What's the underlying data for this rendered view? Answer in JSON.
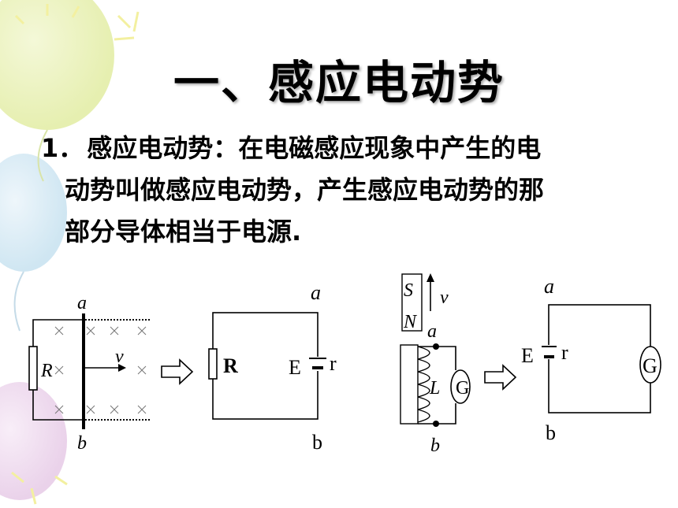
{
  "title": "一、感应电动势",
  "definition": {
    "number": "1．",
    "line1": "感应电动势：在电磁感应现象中产生的电",
    "line2": "动势叫做感应电动势，产生感应电动势的那",
    "line3": "部分导体相当于电源."
  },
  "diagram1": {
    "top": "a",
    "bottom": "b",
    "resistor": "R",
    "velocity": "v"
  },
  "diagram2": {
    "top": "a",
    "bottom": "b",
    "resistor": "R",
    "emf": "E",
    "internal": "r"
  },
  "diagram3": {
    "north_top": "S",
    "north_bottom": "N",
    "velocity": "v",
    "top": "a",
    "bottom": "b",
    "inductor": "L",
    "galvanometer": "G"
  },
  "diagram4": {
    "top": "a",
    "bottom": "b",
    "emf": "E",
    "internal": "r",
    "galvanometer": "G"
  }
}
